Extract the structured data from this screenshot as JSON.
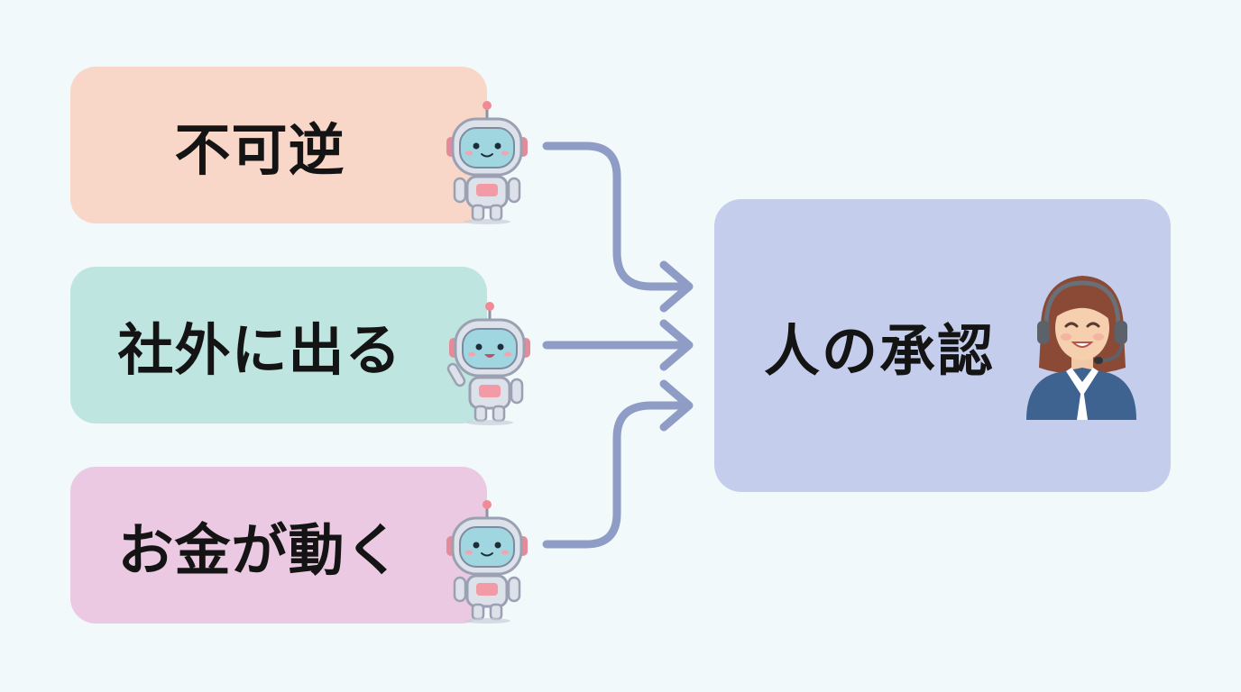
{
  "inputs": [
    {
      "label": "不可逆",
      "color": "#f8d7c8"
    },
    {
      "label": "社外に出る",
      "color": "#bfe5e0"
    },
    {
      "label": "お金が動く",
      "color": "#ecc9e2"
    }
  ],
  "target": {
    "label": "人の承認",
    "color": "#c5cdec"
  },
  "colors": {
    "arrow": "#8f9dc6",
    "robot_body": "#dde1ea",
    "robot_screen": "#9fd6df",
    "robot_chest": "#f29aa5",
    "person_jacket": "#3e6391",
    "person_hair": "#8b4a35"
  },
  "icons": {
    "robot": "robot-icon",
    "person": "operator-headset-icon"
  }
}
